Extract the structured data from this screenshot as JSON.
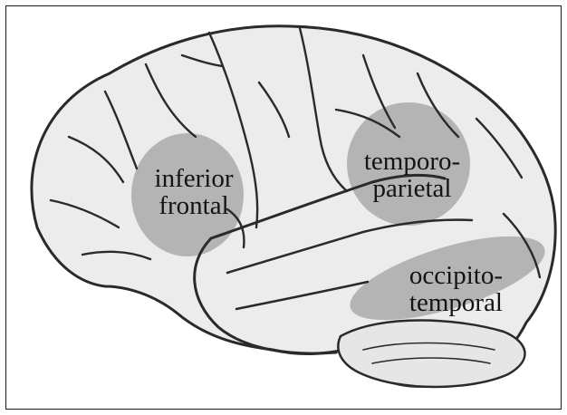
{
  "diagram": {
    "regions": [
      {
        "id": "inferior-frontal",
        "lines": [
          "inferior",
          "frontal"
        ]
      },
      {
        "id": "temporo-parietal",
        "lines": [
          "temporo-",
          "parietal"
        ]
      },
      {
        "id": "occipito-temporal",
        "lines": [
          "occipito-",
          "temporal"
        ]
      }
    ],
    "colors": {
      "brain_fill": "#ececec",
      "outline": "#2a2a2a",
      "highlight": "#b4b4b4",
      "frame": "#1a1a1a",
      "text": "#141414"
    }
  }
}
